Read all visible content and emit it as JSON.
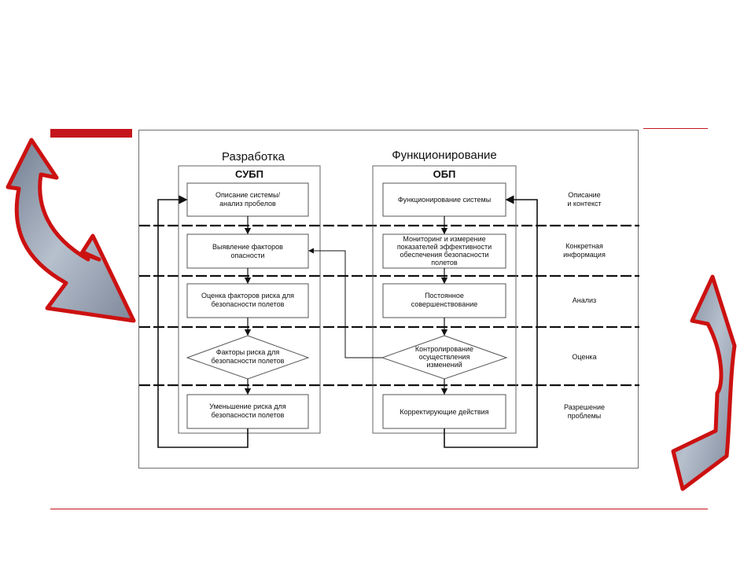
{
  "diagram": {
    "left_column": {
      "title": "Разработка",
      "subtitle": "СУБП",
      "boxes": [
        {
          "line1": "Описание системы/",
          "line2": "анализ пробелов"
        },
        {
          "line1": "Выявление факторов",
          "line2": "опасности"
        },
        {
          "line1": "Оценка факторов риска для",
          "line2": "безопасности полетов"
        },
        {
          "line1": "Факторы риска для",
          "line2": "безопасности полетов"
        },
        {
          "line1": "Уменьшение риска для",
          "line2": "безопасности полетов"
        }
      ]
    },
    "right_column": {
      "title": "Функционирование",
      "subtitle": "ОБП",
      "boxes": [
        {
          "line1": "Функционирование системы"
        },
        {
          "line1": "Мониторинг и измерение",
          "line2": "показателей эффективности",
          "line3": "обеспечения безопасности",
          "line4": "полетов"
        },
        {
          "line1": "Постоянное",
          "line2": "совершенствование"
        },
        {
          "line1": "Контролирование",
          "line2": "осуществления",
          "line3": "изменений"
        },
        {
          "line1": "Корректирующие действия"
        }
      ]
    },
    "stages": [
      {
        "line1": "Описание",
        "line2": "и контекст"
      },
      {
        "line1": "Конкретная",
        "line2": "информация"
      },
      {
        "line1": "Анализ"
      },
      {
        "line1": "Оценка"
      },
      {
        "line1": "Разрешение",
        "line2": "проблемы"
      }
    ]
  },
  "colors": {
    "accent_red": "#c4161c",
    "arrow_fill": "#8a96a8",
    "arrow_stroke": "#cc1111"
  },
  "icons": {
    "left_arrow": "curved-arrow-down-icon",
    "right_arrow": "curved-arrow-up-icon"
  }
}
